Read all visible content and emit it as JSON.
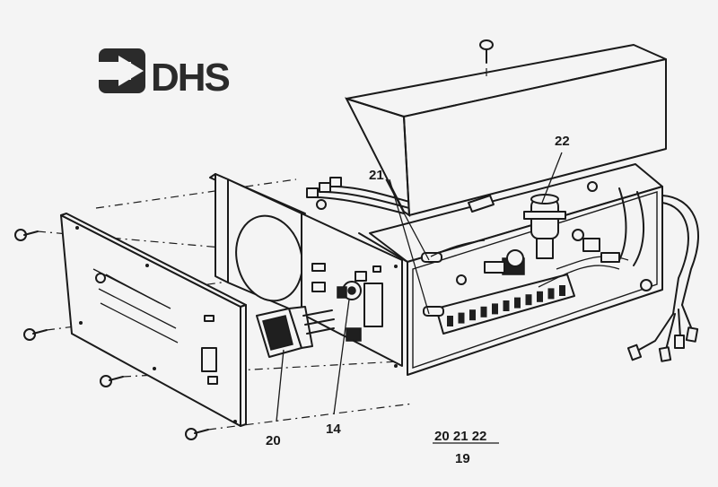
{
  "logo": {
    "text": "DHS"
  },
  "callouts": {
    "c20": "20",
    "c14": "14",
    "c21": "21",
    "c22": "22"
  },
  "assembly": {
    "top_labels": "20 21 22",
    "bottom_label": "19"
  }
}
